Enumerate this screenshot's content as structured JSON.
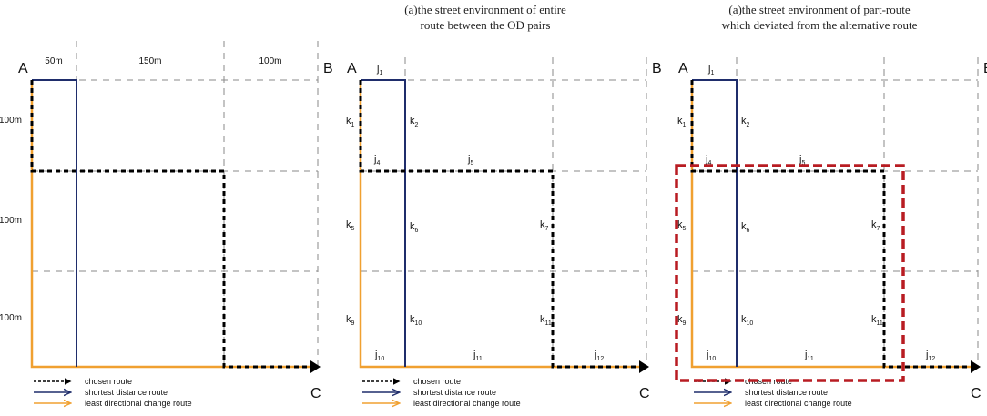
{
  "captions": [
    {
      "line1": "(a)the street environment of entire",
      "line2": "route between the OD pairs"
    },
    {
      "line1": "(a)the street environment of part-route",
      "line2": "which deviated from the alternative route"
    }
  ],
  "nodes": {
    "a": "A",
    "b": "B",
    "c": "C"
  },
  "dimensions": {
    "widths": [
      "50m",
      "150m",
      "100m"
    ],
    "heights": [
      "100m",
      "100m",
      "100m"
    ]
  },
  "legend": {
    "chosen": "chosen route",
    "shortest": "shortest distance route",
    "least": "least directional change route"
  },
  "segments": {
    "j1": {
      "base": "j",
      "sub": "1"
    },
    "j4": {
      "base": "j",
      "sub": "4"
    },
    "j5": {
      "base": "j",
      "sub": "5"
    },
    "j10": {
      "base": "j",
      "sub": "10"
    },
    "j11": {
      "base": "j",
      "sub": "11"
    },
    "j12": {
      "base": "j",
      "sub": "12"
    },
    "k1": {
      "base": "k",
      "sub": "1"
    },
    "k2": {
      "base": "k",
      "sub": "2"
    },
    "k5": {
      "base": "k",
      "sub": "5"
    },
    "k6": {
      "base": "k",
      "sub": "6"
    },
    "k7": {
      "base": "k",
      "sub": "7"
    },
    "k9": {
      "base": "k",
      "sub": "9"
    },
    "k10": {
      "base": "k",
      "sub": "10"
    },
    "k11": {
      "base": "k",
      "sub": "11"
    }
  },
  "colors": {
    "chosen": "#000000",
    "shortest": "#1f2d6b",
    "least": "#f0a030",
    "highlight": "#b81c22",
    "grid": "#8a8a8a"
  }
}
